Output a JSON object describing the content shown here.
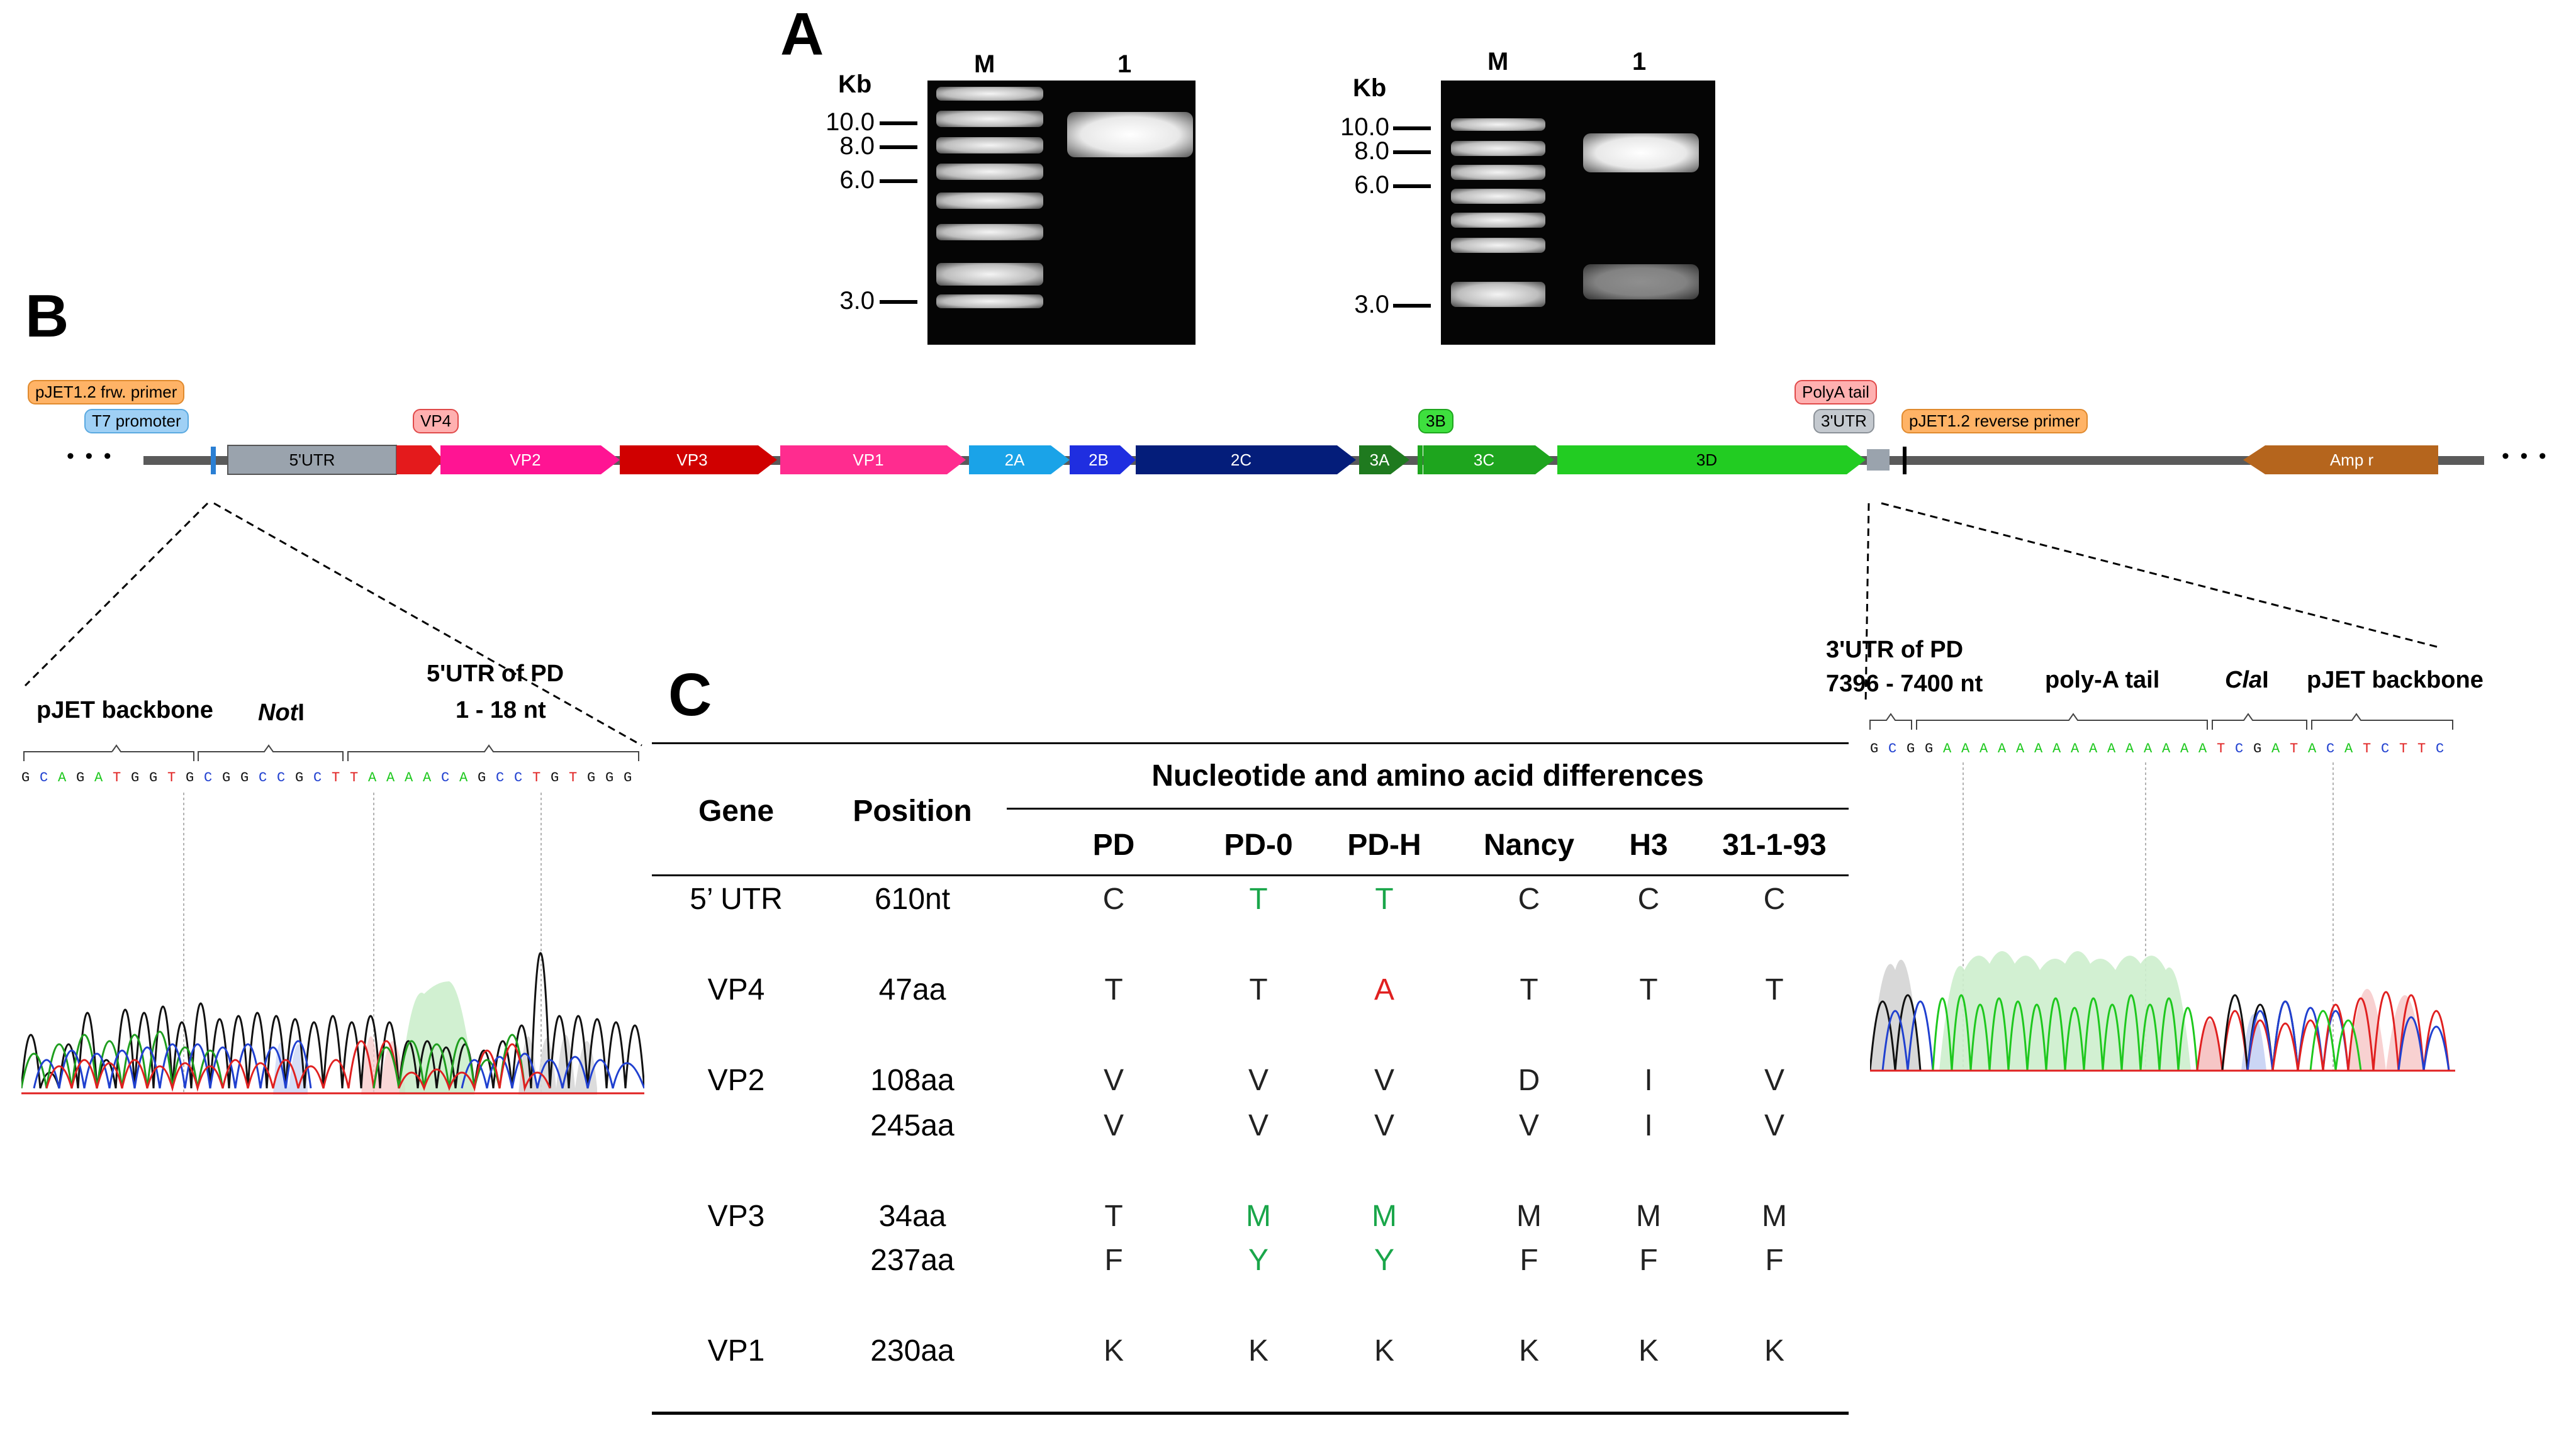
{
  "panels": {
    "a": "A",
    "b": "B",
    "c": "C"
  },
  "gel_left": {
    "kb_label": "Kb",
    "lane_m": "M",
    "lane_1": "1",
    "ladder": [
      "10.0",
      "8.0",
      "6.0",
      "3.0"
    ]
  },
  "gel_right": {
    "kb_label": "Kb",
    "lane_m": "M",
    "lane_1": "1",
    "ladder": [
      "10.0",
      "8.0",
      "6.0",
      "3.0"
    ]
  },
  "map": {
    "ellipsis_left": "• • •",
    "ellipsis_right": "• • •",
    "tags": {
      "frw_primer": "pJET1.2 frw. primer",
      "t7": "T7 promoter",
      "vp4": "VP4",
      "b3": "3B",
      "polya": "PolyA tail",
      "utr3": "3'UTR",
      "rev_primer": "pJET1.2 reverse primer"
    },
    "features": {
      "utr5": "5'UTR",
      "vp2": "VP2",
      "vp3": "VP3",
      "vp1": "VP1",
      "a2": "2A",
      "b2": "2B",
      "c2": "2C",
      "a3": "3A",
      "c3": "3C",
      "d3": "3D",
      "ampr": "Amp r"
    },
    "colors": {
      "backbone": "#5a5a5a",
      "utr": "#9aa3ad",
      "vp4": "#e41a1c",
      "vp2": "#ff1493",
      "vp3": "#d00000",
      "vp1": "#ff2c8f",
      "a2": "#1aa3e8",
      "b2": "#1f2ee0",
      "c2": "#041d7a",
      "a3": "#1f7a1f",
      "c3": "#1ea51e",
      "d3": "#22cc22",
      "ampr": "#b5651d"
    }
  },
  "left_trace": {
    "labels": {
      "backbone": "pJET backbone",
      "noti_italic": "Not",
      "noti_rest": "I",
      "utr5_line1": "5'UTR of PD",
      "utr5_line2": "1 - 18 nt"
    },
    "sequence": "GCAGATGGTGCGGCCGCTTAAAACAGCCTGTGGG"
  },
  "right_trace": {
    "labels": {
      "utr3_line1": "3'UTR of PD",
      "utr3_line2": "7396 - 7400 nt",
      "polya": "poly-A tail",
      "clai_italic": "Cla",
      "clai_rest": "I",
      "backbone": "pJET backbone"
    },
    "sequence": "GCGGAAAAAAAAAAAAAAATCGATACATCTTC"
  },
  "table": {
    "headers": {
      "gene": "Gene",
      "position": "Position",
      "group": "Nucleotide and amino acid differences",
      "strains": [
        "PD",
        "PD-0",
        "PD-H",
        "Nancy",
        "H3",
        "31-1-93"
      ]
    },
    "rows": [
      {
        "gene": "5’ UTR",
        "position": "610nt",
        "values": [
          "C",
          "T",
          "T",
          "C",
          "C",
          "C"
        ],
        "colors": [
          "k",
          "g",
          "g",
          "k",
          "k",
          "k"
        ]
      },
      {
        "gene": "VP4",
        "position": "47aa",
        "values": [
          "T",
          "T",
          "A",
          "T",
          "T",
          "T"
        ],
        "colors": [
          "k",
          "k",
          "r",
          "k",
          "k",
          "k"
        ]
      },
      {
        "gene": "VP2",
        "position": "108aa",
        "values": [
          "V",
          "V",
          "V",
          "D",
          "I",
          "V"
        ],
        "colors": [
          "k",
          "k",
          "k",
          "k",
          "k",
          "k"
        ]
      },
      {
        "gene": "",
        "position": "245aa",
        "values": [
          "V",
          "V",
          "V",
          "V",
          "I",
          "V"
        ],
        "colors": [
          "k",
          "k",
          "k",
          "k",
          "k",
          "k"
        ]
      },
      {
        "gene": "VP3",
        "position": "34aa",
        "values": [
          "T",
          "M",
          "M",
          "M",
          "M",
          "M"
        ],
        "colors": [
          "k",
          "g",
          "g",
          "k",
          "k",
          "k"
        ]
      },
      {
        "gene": "",
        "position": "237aa",
        "values": [
          "F",
          "Y",
          "Y",
          "F",
          "F",
          "F"
        ],
        "colors": [
          "k",
          "g",
          "g",
          "k",
          "k",
          "k"
        ]
      },
      {
        "gene": "VP1",
        "position": "230aa",
        "values": [
          "K",
          "K",
          "K",
          "K",
          "K",
          "K"
        ],
        "colors": [
          "k",
          "k",
          "k",
          "k",
          "k",
          "k"
        ]
      }
    ],
    "highlight_colors": {
      "k": "#222222",
      "g": "#1aa64a",
      "r": "#e02020"
    }
  }
}
